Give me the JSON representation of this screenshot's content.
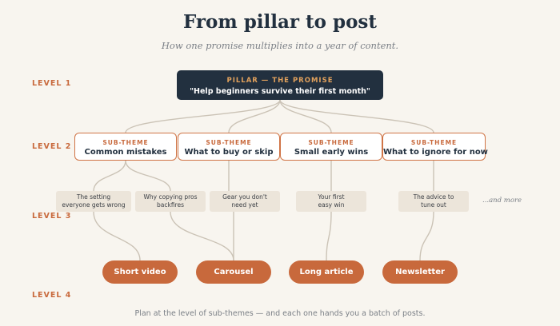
{
  "title": "From pillar to post",
  "subtitle": "How one promise multiplies into a year of content.",
  "levels": [
    "LEVEL 1",
    "LEVEL 2",
    "LEVEL 3",
    "LEVEL 4"
  ],
  "pillar": {
    "kicker": "PILLAR — THE PROMISE",
    "text": "\"Help beginners survive their first month\""
  },
  "sub_themes": [
    {
      "kicker": "SUB-THEME",
      "label": "Common mistakes"
    },
    {
      "kicker": "SUB-THEME",
      "label": "What to buy or skip"
    },
    {
      "kicker": "SUB-THEME",
      "label": "Small early wins"
    },
    {
      "kicker": "SUB-THEME",
      "label": "What to ignore for now"
    }
  ],
  "posts": [
    {
      "line1": "The setting",
      "line2": "everyone gets wrong"
    },
    {
      "line1": "Why copying pros",
      "line2": "backfires"
    },
    {
      "line1": "Gear you don't",
      "line2": "need yet"
    },
    {
      "line1": "Your first",
      "line2": "easy win"
    },
    {
      "line1": "The advice to",
      "line2": "tune out"
    }
  ],
  "more_label": "...and more",
  "formats": [
    "Short video",
    "Carousel",
    "Long article",
    "Newsletter"
  ],
  "footer": "Plan at the level of sub-themes — and each one hands you a batch of posts.",
  "colors": {
    "background": "#f8f5ef",
    "navy": "#22303f",
    "accent": "#c8693c",
    "chip": "#ece5da",
    "line": "#cbc3b6"
  }
}
